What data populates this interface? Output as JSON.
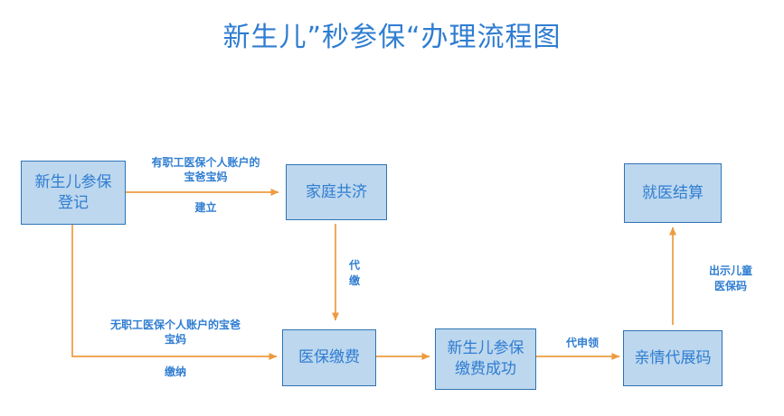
{
  "page": {
    "title": "新生儿”秒参保“办理流程图",
    "title_color": "#2f7dd1",
    "background": "#ffffff"
  },
  "theme": {
    "node_fill": "#bdd7ee",
    "node_border": "#2e74b5",
    "node_text": "#2f7dd1",
    "arrow_color": "#ed9b40",
    "label_text": "#2f7dd1"
  },
  "nodes": {
    "register": {
      "label": "新生儿参保\n登记"
    },
    "family_mutual": {
      "label": "家庭共济"
    },
    "settlement": {
      "label": "就医结算"
    },
    "insurance_payment": {
      "label": "医保缴费"
    },
    "payment_success": {
      "label": "新生儿参保\n缴费成功"
    },
    "family_code": {
      "label": "亲情代展码"
    }
  },
  "edges": {
    "register_to_family_top": {
      "label": "有职工医保个人账户的\n宝爸宝妈"
    },
    "register_to_family_bottom": {
      "label": "建立"
    },
    "family_to_payment": {
      "label": "代\n缴"
    },
    "register_to_payment_top": {
      "label": "无职工医保个人账户的宝爸\n宝妈"
    },
    "register_to_payment_bottom": {
      "label": "缴纳"
    },
    "success_to_code": {
      "label": "代申领"
    },
    "code_to_settlement": {
      "label": "出示儿童\n医保码"
    }
  }
}
